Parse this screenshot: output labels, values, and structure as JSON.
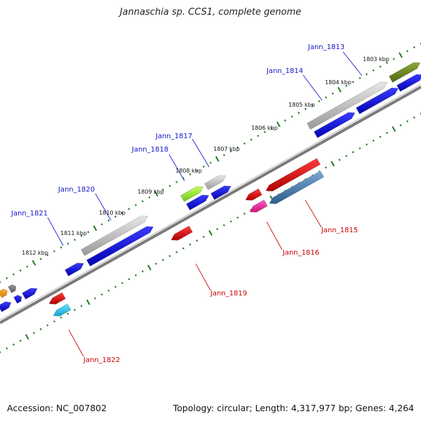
{
  "title": "Jannaschia sp. CCS1, complete genome",
  "footer": {
    "accession": "Accession: NC_007802",
    "summary": "Topology: circular; Length: 4,317,977 bp; Genes: 4,264"
  },
  "colors": {
    "backbone": "#7a7a7a",
    "tick": "#1e7a1e",
    "upper_label": "#1414c8",
    "lower_label": "#c80000",
    "leader_upper": "#3030d0",
    "leader_lower": "#d02020"
  },
  "kbp_ticks": [
    "1803 kbp",
    "1804 kbp",
    "1805 kbp",
    "1806 kbp",
    "1807 kbp",
    "1808 kbp",
    "1809 kbp",
    "1810 kbp",
    "1811 kbp",
    "1812 kbp"
  ],
  "upper_genes": [
    "Jann_1813",
    "Jann_1814",
    "Jann_1817",
    "Jann_1818",
    "Jann_1820",
    "Jann_1821"
  ],
  "lower_genes": [
    "Jann_1815",
    "Jann_1816",
    "Jann_1819",
    "Jann_1822"
  ],
  "feature_colors": [
    "blue",
    "gray",
    "red",
    "olive",
    "light-green",
    "steel-blue",
    "magenta",
    "cyan",
    "orange"
  ]
}
